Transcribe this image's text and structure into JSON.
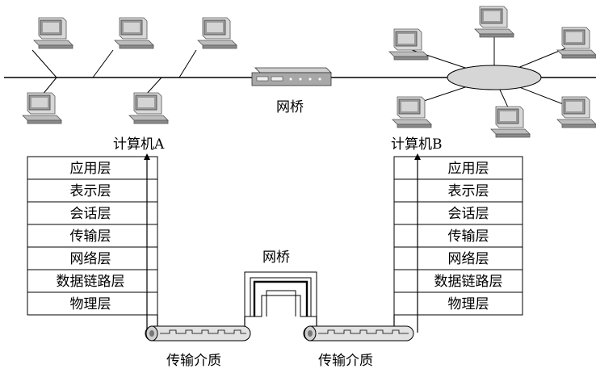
{
  "labels": {
    "bridge_top": "网桥",
    "computer_a": "计算机A",
    "computer_b": "计算机B",
    "bridge_mid": "网桥",
    "medium_left": "传输介质",
    "medium_right": "传输介质"
  },
  "layers": [
    "应用层",
    "表示层",
    "会话层",
    "传输层",
    "网络层",
    "数据链路层",
    "物理层"
  ],
  "icons": {
    "computer": "computer-icon",
    "bridge": "bridge-device-icon",
    "hub": "hub-icon",
    "cable": "cable-icon"
  }
}
